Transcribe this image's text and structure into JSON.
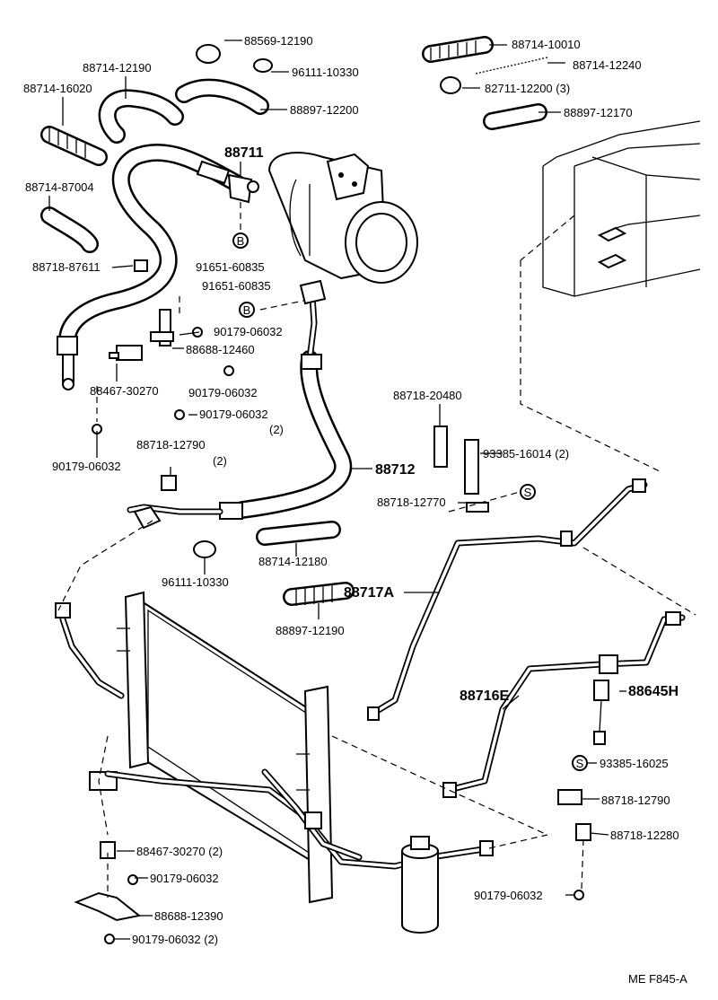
{
  "diagram_code": "ME F845-A",
  "callouts": [
    {
      "id": "c1",
      "text": "88569-12190"
    },
    {
      "id": "c2",
      "text": "88714-12190"
    },
    {
      "id": "c3",
      "text": "96111-10330"
    },
    {
      "id": "c4",
      "text": "88714-16020"
    },
    {
      "id": "c5",
      "text": "88897-12200"
    },
    {
      "id": "c6",
      "text": "88711"
    },
    {
      "id": "c7",
      "text": "88714-87004"
    },
    {
      "id": "c8",
      "text": "88718-87611"
    },
    {
      "id": "c9",
      "text": "91651-60835"
    },
    {
      "id": "c10",
      "text": "91651-60835"
    },
    {
      "id": "c11",
      "text": "90179-06032"
    },
    {
      "id": "c12",
      "text": "88688-12460"
    },
    {
      "id": "c13",
      "text": "88467-30270"
    },
    {
      "id": "c14",
      "text": "90179-06032"
    },
    {
      "id": "c15",
      "text": "90179-06032"
    },
    {
      "id": "c16",
      "text": "(2)"
    },
    {
      "id": "c17",
      "text": "88718-12790"
    },
    {
      "id": "c18",
      "text": "(2)"
    },
    {
      "id": "c19",
      "text": "90179-06032"
    },
    {
      "id": "c20",
      "text": "88712"
    },
    {
      "id": "c21",
      "text": "88714-12180"
    },
    {
      "id": "c22",
      "text": "96111-10330"
    },
    {
      "id": "c23",
      "text": "88897-12190"
    },
    {
      "id": "c24",
      "text": "88714-10010"
    },
    {
      "id": "c25",
      "text": "88714-12240"
    },
    {
      "id": "c26",
      "text": "82711-12200 (3)"
    },
    {
      "id": "c27",
      "text": "88897-12170"
    },
    {
      "id": "c28",
      "text": "88718-20480"
    },
    {
      "id": "c29",
      "text": "93385-16014 (2)"
    },
    {
      "id": "c30",
      "text": "88718-12770"
    },
    {
      "id": "c31",
      "text": "88717A"
    },
    {
      "id": "c32",
      "text": "88716E"
    },
    {
      "id": "c33",
      "text": "88645H"
    },
    {
      "id": "c34",
      "text": "93385-16025"
    },
    {
      "id": "c35",
      "text": "88718-12790"
    },
    {
      "id": "c36",
      "text": "88718-12280"
    },
    {
      "id": "c37",
      "text": "88467-30270 (2)"
    },
    {
      "id": "c38",
      "text": "90179-06032"
    },
    {
      "id": "c39",
      "text": "88688-12390"
    },
    {
      "id": "c40",
      "text": "90179-06032 (2)"
    },
    {
      "id": "c41",
      "text": "90179-06032"
    }
  ],
  "markers": [
    {
      "id": "m1",
      "letter": "B"
    },
    {
      "id": "m2",
      "letter": "B"
    },
    {
      "id": "m3",
      "letter": "S"
    },
    {
      "id": "m4",
      "letter": "S"
    }
  ]
}
